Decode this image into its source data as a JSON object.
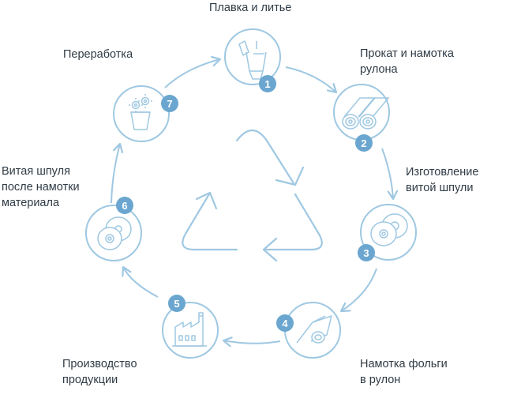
{
  "colors": {
    "stroke": "#9fc8e2",
    "badge": "#6aa6cf",
    "badge_text": "#ffffff",
    "text": "#2f3b45"
  },
  "stages": [
    {
      "number": "1",
      "label": "Плавка и литье",
      "icon": "casting-icon"
    },
    {
      "number": "2",
      "label": "Прокат и намотка\nрулона",
      "icon": "rolls-icon"
    },
    {
      "number": "3",
      "label": "Изготовление\nвитой шпули",
      "icon": "spools-icon"
    },
    {
      "number": "4",
      "label": "Намотка фольги\nв рулон",
      "icon": "foil-roll-icon"
    },
    {
      "number": "5",
      "label": "Производство\nпродукции",
      "icon": "factory-icon"
    },
    {
      "number": "6",
      "label": "Витая шпуля\nпосле намотки\nматериала",
      "icon": "wound-spools-icon"
    },
    {
      "number": "7",
      "label": "Переработка",
      "icon": "recycling-bin-icon"
    }
  ],
  "center_icon": "recycle-triangle-icon"
}
